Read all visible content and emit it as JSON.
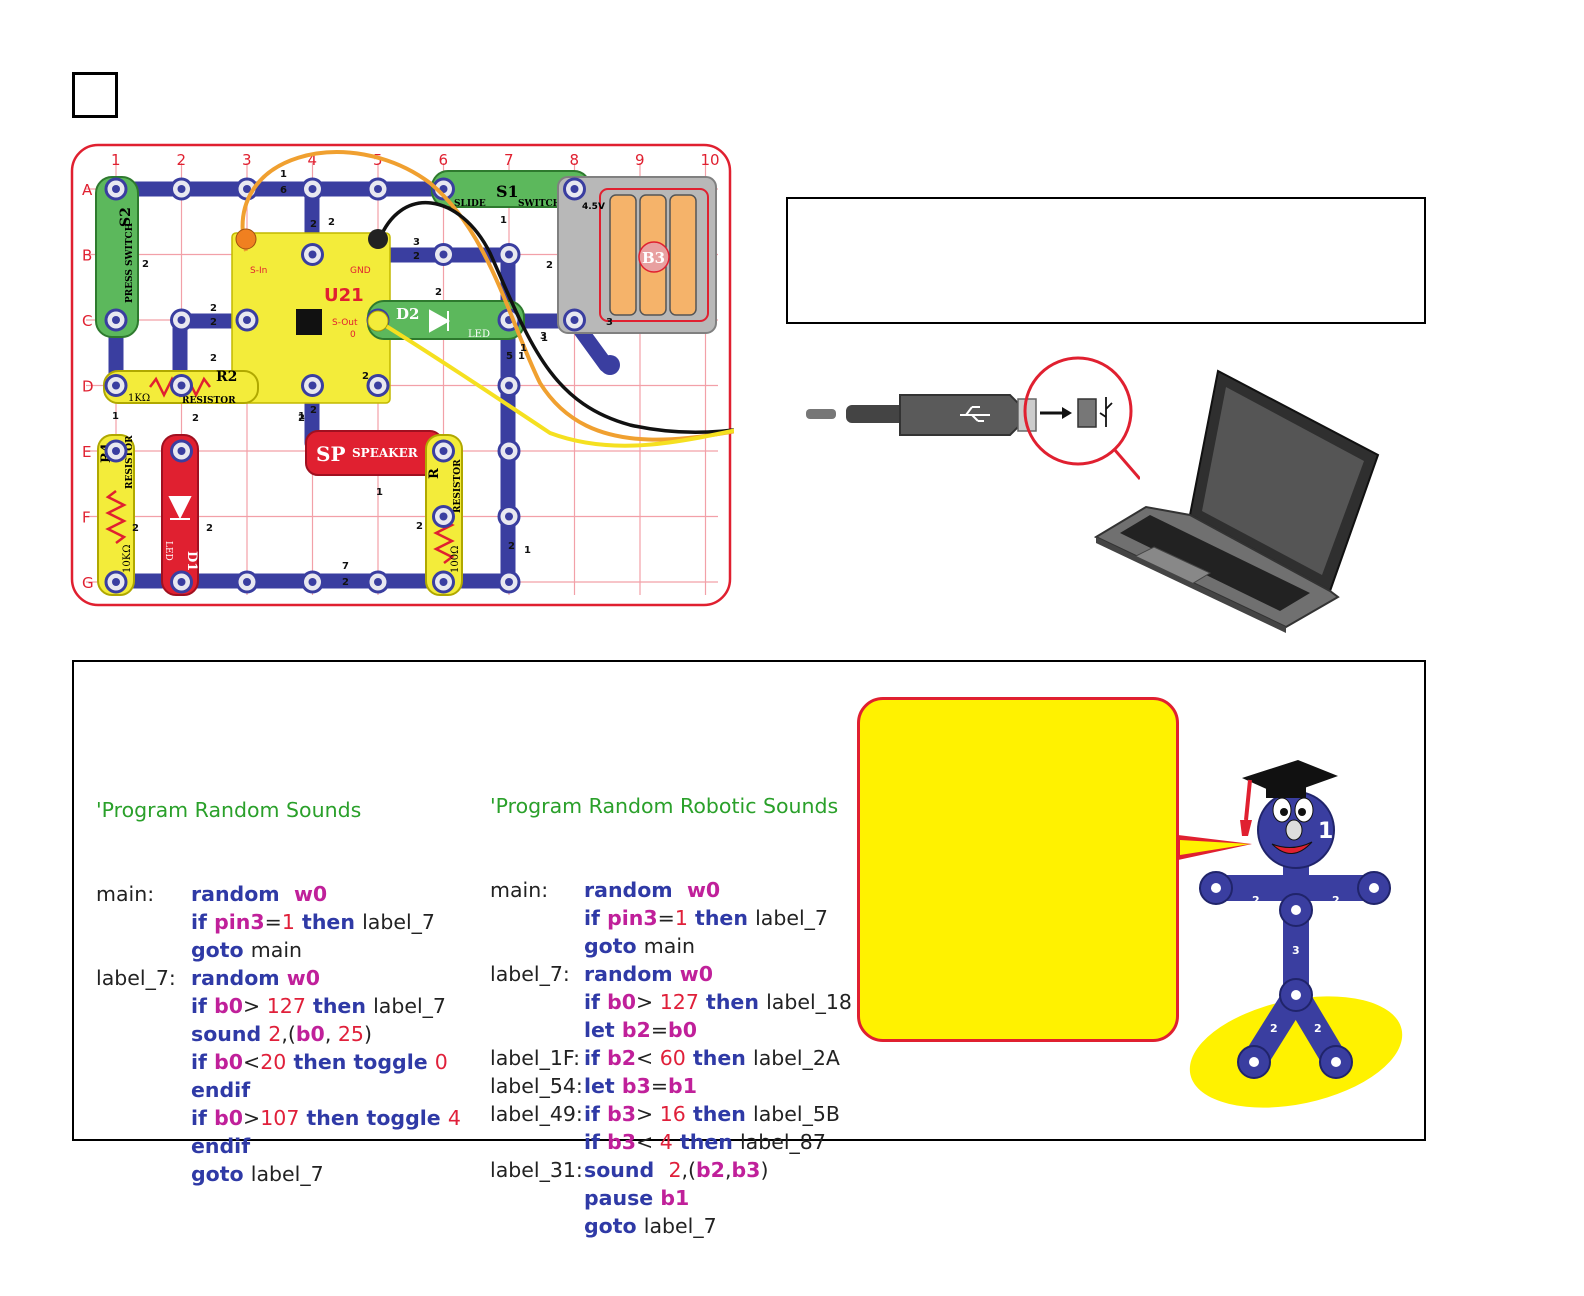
{
  "board": {
    "columns": [
      "1",
      "2",
      "3",
      "4",
      "5",
      "6",
      "7",
      "8",
      "9",
      "10"
    ],
    "rows": [
      "A",
      "B",
      "C",
      "D",
      "E",
      "F",
      "G"
    ],
    "parts": {
      "s2": {
        "name": "S2",
        "label": "PRESS SWITCH"
      },
      "s1": {
        "name": "S1",
        "label1": "SLIDE",
        "label2": "SWITCH"
      },
      "b3": {
        "name": "B3",
        "voltage": "4.5V"
      },
      "u21": {
        "name": "U21",
        "pin_in": "S-In",
        "pin_gnd": "GND",
        "pin_out": "S-Out",
        "pin_out_num": "0"
      },
      "d2": {
        "name": "D2",
        "label": "LED"
      },
      "r2": {
        "name": "R2",
        "value": "1KΩ",
        "label": "RESISTOR"
      },
      "r4": {
        "name": "R4",
        "value": "10KΩ",
        "label": "RESISTOR"
      },
      "d1": {
        "name": "D1",
        "label": "LED"
      },
      "sp": {
        "name": "SP",
        "label": "SPEAKER"
      },
      "r100": {
        "name": "R",
        "value": "100Ω",
        "label": "RESISTOR"
      }
    },
    "wire_numbers": [
      "1",
      "6",
      "2",
      "2",
      "3",
      "2",
      "2",
      "1",
      "2",
      "2",
      "2",
      "2",
      "3",
      "1",
      "1",
      "2",
      "2",
      "5",
      "2",
      "1",
      "1",
      "2",
      "2",
      "1",
      "7",
      "2",
      "2",
      "1",
      "2",
      "1",
      "2",
      "2",
      "3"
    ]
  },
  "program1": {
    "comment": "'Program Random Sounds",
    "lines": [
      {
        "label": "main:",
        "parts": [
          [
            "kw",
            "random  "
          ],
          [
            "vr",
            "w0"
          ]
        ]
      },
      {
        "label": "",
        "parts": [
          [
            "kw",
            "if "
          ],
          [
            "vr",
            "pin3"
          ],
          [
            "tx",
            "="
          ],
          [
            "nm",
            "1"
          ],
          [
            "kw",
            " then "
          ],
          [
            "tx",
            "label_7"
          ]
        ]
      },
      {
        "label": "",
        "parts": [
          [
            "kw",
            "goto "
          ],
          [
            "tx",
            "main"
          ]
        ]
      },
      {
        "label": "label_7:",
        "parts": [
          [
            "kw",
            "random "
          ],
          [
            "vr",
            "w0"
          ]
        ]
      },
      {
        "label": "",
        "parts": [
          [
            "kw",
            "if "
          ],
          [
            "vr",
            "b0"
          ],
          [
            "tx",
            "> "
          ],
          [
            "nm",
            "127"
          ],
          [
            "kw",
            " then "
          ],
          [
            "tx",
            "label_7"
          ]
        ]
      },
      {
        "label": "",
        "parts": [
          [
            "kw",
            "sound "
          ],
          [
            "nm",
            "2"
          ],
          [
            "tx",
            ",("
          ],
          [
            "vr",
            "b0"
          ],
          [
            "tx",
            ", "
          ],
          [
            "nm",
            "25"
          ],
          [
            "tx",
            ")"
          ]
        ]
      },
      {
        "label": "",
        "parts": [
          [
            "kw",
            "if "
          ],
          [
            "vr",
            "b0"
          ],
          [
            "tx",
            "<"
          ],
          [
            "nm",
            "20"
          ],
          [
            "kw",
            " then toggle "
          ],
          [
            "nm",
            "0"
          ]
        ]
      },
      {
        "label": "",
        "parts": [
          [
            "kw",
            "endif"
          ]
        ]
      },
      {
        "label": "",
        "parts": [
          [
            "kw",
            "if "
          ],
          [
            "vr",
            "b0"
          ],
          [
            "tx",
            ">"
          ],
          [
            "nm",
            "107"
          ],
          [
            "kw",
            " then toggle "
          ],
          [
            "nm",
            "4"
          ]
        ]
      },
      {
        "label": "",
        "parts": [
          [
            "kw",
            "endif"
          ]
        ]
      },
      {
        "label": "",
        "parts": [
          [
            "kw",
            "goto "
          ],
          [
            "tx",
            "label_7"
          ]
        ]
      }
    ]
  },
  "program2": {
    "comment": "'Program Random Robotic Sounds",
    "lines": [
      {
        "label": "main:",
        "parts": [
          [
            "kw",
            "random  "
          ],
          [
            "vr",
            "w0"
          ]
        ]
      },
      {
        "label": "",
        "parts": [
          [
            "kw",
            "if "
          ],
          [
            "vr",
            "pin3"
          ],
          [
            "tx",
            "="
          ],
          [
            "nm",
            "1"
          ],
          [
            "kw",
            " then "
          ],
          [
            "tx",
            "label_7"
          ]
        ]
      },
      {
        "label": "",
        "parts": [
          [
            "kw",
            "goto "
          ],
          [
            "tx",
            "main"
          ]
        ]
      },
      {
        "label": "label_7:",
        "parts": [
          [
            "kw",
            "random "
          ],
          [
            "vr",
            "w0"
          ]
        ]
      },
      {
        "label": "",
        "parts": [
          [
            "kw",
            "if "
          ],
          [
            "vr",
            "b0"
          ],
          [
            "tx",
            "> "
          ],
          [
            "nm",
            "127"
          ],
          [
            "kw",
            " then "
          ],
          [
            "tx",
            "label_18"
          ]
        ]
      },
      {
        "label": "",
        "parts": [
          [
            "kw",
            "let "
          ],
          [
            "vr",
            "b2"
          ],
          [
            "tx",
            "="
          ],
          [
            "vr",
            "b0"
          ]
        ]
      },
      {
        "label": "label_1F:",
        "parts": [
          [
            "kw",
            "if "
          ],
          [
            "vr",
            "b2"
          ],
          [
            "tx",
            "< "
          ],
          [
            "nm",
            "60"
          ],
          [
            "kw",
            " then "
          ],
          [
            "tx",
            "label_2A"
          ]
        ]
      },
      {
        "label": "label_54:",
        "parts": [
          [
            "kw",
            "let "
          ],
          [
            "vr",
            "b3"
          ],
          [
            "tx",
            "="
          ],
          [
            "vr",
            "b1"
          ]
        ]
      },
      {
        "label": "label_49:",
        "parts": [
          [
            "kw",
            "if "
          ],
          [
            "vr",
            "b3"
          ],
          [
            "tx",
            "> "
          ],
          [
            "nm",
            "16"
          ],
          [
            "kw",
            " then "
          ],
          [
            "tx",
            "label_5B"
          ]
        ]
      },
      {
        "label": "",
        "parts": [
          [
            "kw",
            "if "
          ],
          [
            "vr",
            "b3"
          ],
          [
            "tx",
            "< "
          ],
          [
            "nm",
            "4"
          ],
          [
            "kw",
            " then "
          ],
          [
            "tx",
            "label_87"
          ]
        ]
      },
      {
        "label": "label_31:",
        "parts": [
          [
            "kw",
            "sound  "
          ],
          [
            "nm",
            "2"
          ],
          [
            "tx",
            ",("
          ],
          [
            "vr",
            "b2"
          ],
          [
            "tx",
            ","
          ],
          [
            "vr",
            "b3"
          ],
          [
            "tx",
            ")"
          ]
        ]
      },
      {
        "label": "",
        "parts": [
          [
            "kw",
            "pause "
          ],
          [
            "vr",
            "b1"
          ]
        ]
      },
      {
        "label": "",
        "parts": [
          [
            "kw",
            "goto "
          ],
          [
            "tx",
            "label_7"
          ]
        ]
      }
    ]
  },
  "mascot": {
    "badge": "1",
    "arm_left": "2",
    "arm_right": "2",
    "body": "3",
    "leg_left": "2",
    "leg_right": "2"
  },
  "colors": {
    "bubble": "#fff200",
    "bubble_border": "#e02030",
    "snap_blue": "#3a3ea0",
    "board_red": "#e02030",
    "comment_green": "#2aa02a",
    "keyword_blue": "#2f3aa6",
    "variable_magenta": "#c0209a",
    "number_red": "#e0203a"
  },
  "icons": [
    "usb-icon",
    "usb-port-icon",
    "arrow-right-icon",
    "laptop-icon",
    "mortarboard-icon"
  ]
}
